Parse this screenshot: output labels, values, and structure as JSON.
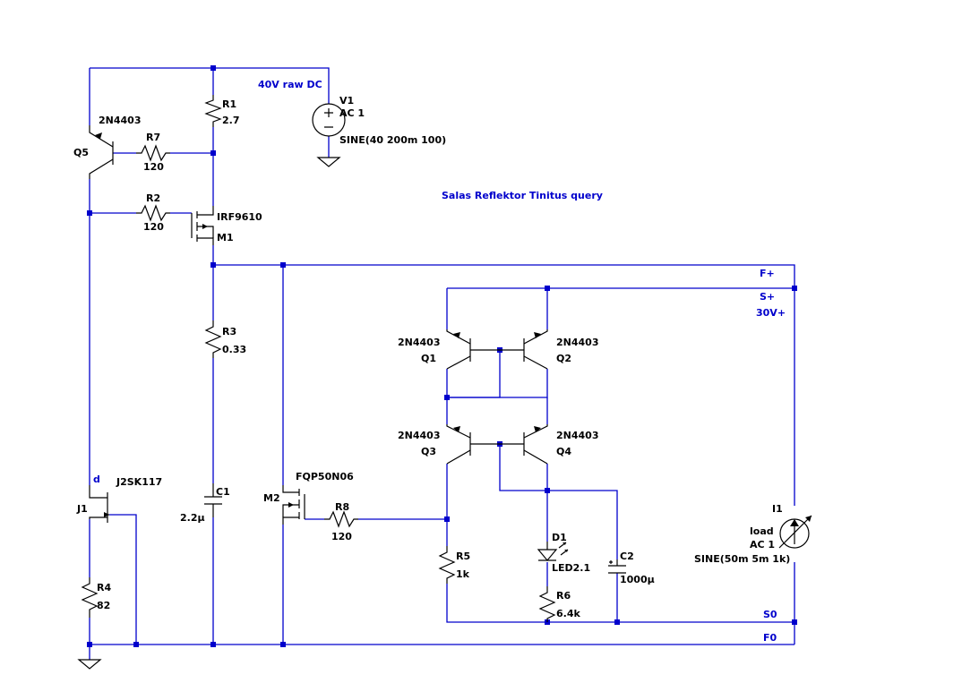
{
  "title": "Salas Reflektor Tinitus query",
  "supply_note": "40V raw DC",
  "components": {
    "V1": {
      "ref": "V1",
      "ac": "AC 1",
      "value": "SINE(40 200m 100)"
    },
    "R1": {
      "ref": "R1",
      "value": "2.7"
    },
    "R2": {
      "ref": "R2",
      "value": "120"
    },
    "R3": {
      "ref": "R3",
      "value": "0.33"
    },
    "R4": {
      "ref": "R4",
      "value": "82"
    },
    "R5": {
      "ref": "R5",
      "value": "1k"
    },
    "R6": {
      "ref": "R6",
      "value": "6.4k"
    },
    "R7": {
      "ref": "R7",
      "value": "120"
    },
    "R8": {
      "ref": "R8",
      "value": "120"
    },
    "C1": {
      "ref": "C1",
      "value": "2.2µ"
    },
    "C2": {
      "ref": "C2",
      "value": "1000µ"
    },
    "M1": {
      "ref": "M1",
      "model": "IRF9610"
    },
    "M2": {
      "ref": "M2",
      "model": "FQP50N06"
    },
    "Q1": {
      "ref": "Q1",
      "model": "2N4403"
    },
    "Q2": {
      "ref": "Q2",
      "model": "2N4403"
    },
    "Q3": {
      "ref": "Q3",
      "model": "2N4403"
    },
    "Q4": {
      "ref": "Q4",
      "model": "2N4403"
    },
    "Q5": {
      "ref": "Q5",
      "model": "2N4403"
    },
    "J1": {
      "ref": "J1",
      "model": "J2SK117",
      "pin": "d"
    },
    "D1": {
      "ref": "D1",
      "model": "LED2.1"
    },
    "I1": {
      "ref": "I1",
      "name": "load",
      "ac": "AC 1",
      "value": "SINE(50m 5m 1k)"
    }
  },
  "nets": {
    "f_plus": "F+",
    "s_plus": "S+",
    "v30": "30V+",
    "s0": "S0",
    "f0": "F0"
  },
  "colors": {
    "wire": "#0000cc",
    "component": "#000000",
    "background": "#ffffff"
  }
}
